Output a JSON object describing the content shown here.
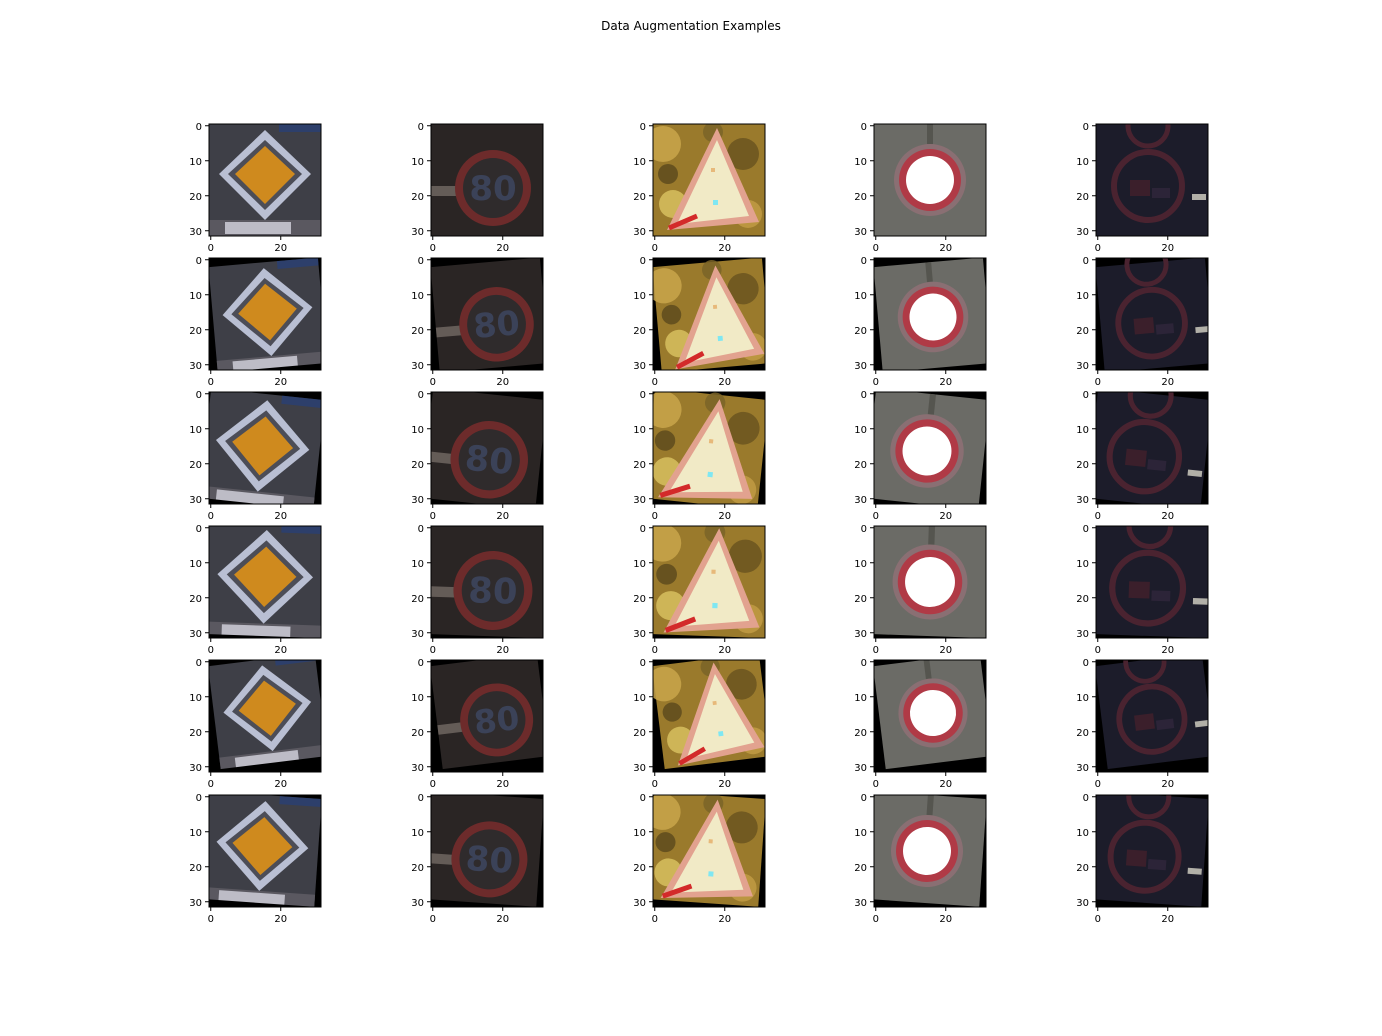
{
  "title": "Data Augmentation Examples",
  "chart_data": {
    "type": "image_grid",
    "title": "Data Augmentation Examples",
    "rows": 6,
    "cols": 5,
    "row_variants": [
      "original",
      "augmented",
      "augmented",
      "augmented",
      "augmented",
      "augmented"
    ],
    "image_size": [
      32,
      32
    ],
    "x_ticks": [
      0,
      20
    ],
    "y_ticks": [
      0,
      10,
      20,
      30
    ],
    "xlim": [
      -0.5,
      31.5
    ],
    "ylim": [
      31.5,
      -0.5
    ],
    "grid": false,
    "columns": [
      {
        "sign": "priority-road",
        "depicts": "yellow diamond",
        "colors": {
          "bg": "#3e3f47",
          "outer": "#b9bfd3",
          "inner": "#cf8a1e",
          "plate": "#d6d6e0"
        }
      },
      {
        "sign": "speed-limit-80",
        "depicts": "80",
        "colors": {
          "bg": "#2a2524",
          "ring": "#6d2b2b",
          "face": "#2f2b2c",
          "text": "#3b4258"
        }
      },
      {
        "sign": "general-caution",
        "depicts": "triangle",
        "colors": {
          "bg": "#9a7a2c",
          "light": "#f1eac6",
          "edge": "#e2a28f",
          "red": "#d32a2a",
          "dot": "#7fe7f2"
        }
      },
      {
        "sign": "no-vehicles",
        "depicts": "white circle",
        "colors": {
          "bg": "#6b6b66",
          "ring": "#b03a46",
          "face": "#ffffff"
        }
      },
      {
        "sign": "end-no-passing",
        "depicts": "circle",
        "colors": {
          "bg": "#1c1c2a",
          "ring": "#4a2330",
          "car": "#3b1f2b",
          "stripe": "#d8d6c8"
        }
      }
    ]
  }
}
